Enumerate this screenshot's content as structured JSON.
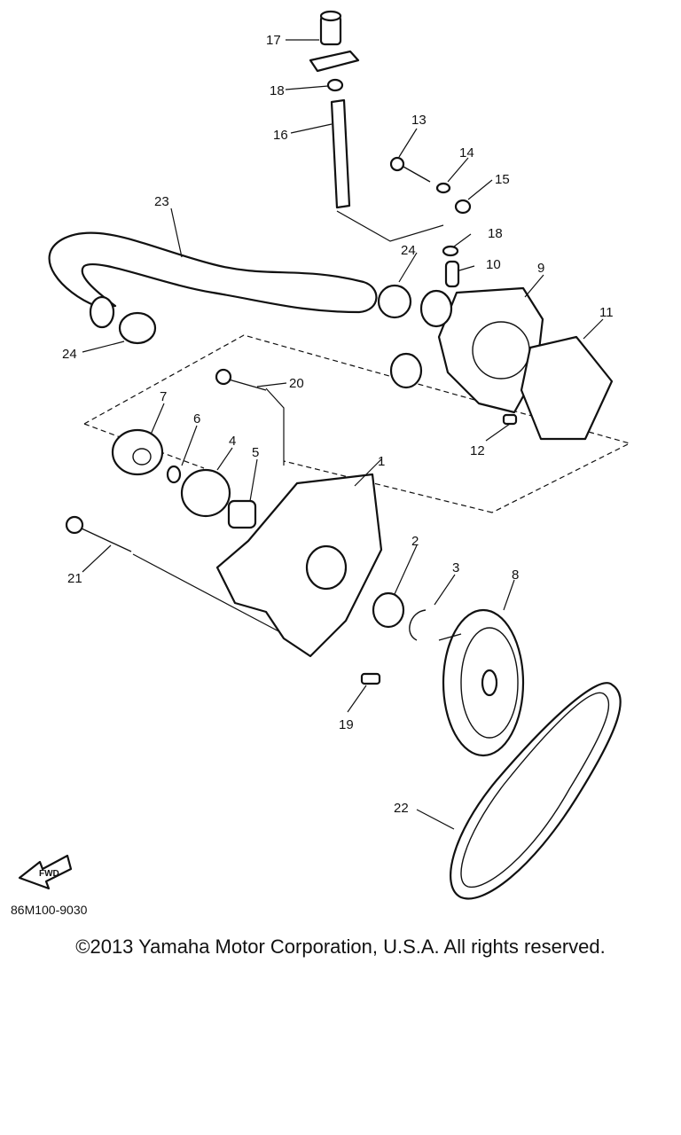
{
  "callouts": {
    "p1": "1",
    "p2": "2",
    "p3": "3",
    "p4": "4",
    "p5": "5",
    "p6": "6",
    "p7": "7",
    "p8": "8",
    "p9": "9",
    "p10": "10",
    "p11": "11",
    "p12": "12",
    "p13": "13",
    "p14": "14",
    "p15": "15",
    "p16": "16",
    "p17": "17",
    "p18a": "18",
    "p18b": "18",
    "p19": "19",
    "p20": "20",
    "p21": "21",
    "p22": "22",
    "p23": "23",
    "p24a": "24",
    "p24b": "24"
  },
  "fwd_label": "FWD",
  "part_code": "86M100-9030",
  "copyright": "©2013 Yamaha Motor Corporation, U.S.A. All rights reserved."
}
